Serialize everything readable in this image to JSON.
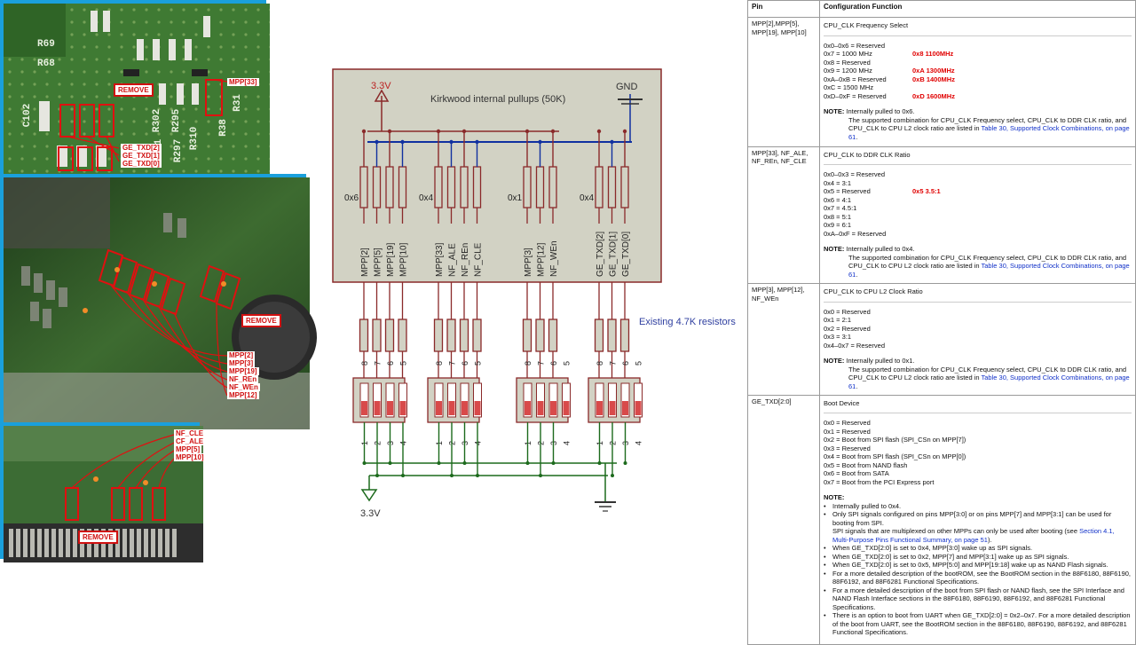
{
  "photos": {
    "top": {
      "silk": [
        "R69",
        "R68",
        "C102",
        "R302",
        "R295",
        "R310",
        "R301",
        "R297",
        "R38",
        "R31"
      ],
      "labels": [
        "MPP[33]",
        "GE_TXD[2]",
        "GE_TXD[1]",
        "GE_TXD[0]"
      ],
      "remove": "REMOVE"
    },
    "middle": {
      "labels": [
        "MPP[2]",
        "MPP[3]",
        "MPP[19]",
        "NF_REn",
        "NF_WEn",
        "MPP[12]"
      ],
      "remove": "REMOVE"
    },
    "bottom": {
      "labels": [
        "NF_CLE",
        "CF_ALE",
        "MPP[5]",
        "MPP[10]"
      ],
      "remove": "REMOVE"
    }
  },
  "schematic": {
    "box_title": "Kirkwood internal pullups (50K)",
    "vcc_label": "3.3V",
    "gnd_label": "GND",
    "bottom_vcc_label": "3.3V",
    "existing_label": "Existing 4.7K resistors",
    "groups": [
      {
        "value": "0x6",
        "pins": [
          "MPP[2]",
          "MPP[5]",
          "MPP[19]",
          "MPP[10]"
        ]
      },
      {
        "value": "0x4",
        "pins": [
          "MPP[33]",
          "NF_ALE",
          "NF_REn",
          "NF_CLE"
        ]
      },
      {
        "value": "0x1",
        "pins": [
          "MPP[3]",
          "MPP[12]",
          "NF_WEn"
        ]
      },
      {
        "value": "0x4",
        "pins": [
          "GE_TXD[2]",
          "GE_TXD[1]",
          "GE_TXD[0]"
        ]
      }
    ],
    "switch_top": [
      "8",
      "7",
      "6",
      "5"
    ],
    "switch_bottom": [
      "1",
      "2",
      "3",
      "4"
    ]
  },
  "table": {
    "header_pin": "Pin",
    "header_func": "Configuration Function",
    "rows": [
      {
        "pin": "MPP[2],MPP[5], MPP[19], MPP[10]",
        "title": "CPU_CLK Frequency Select",
        "lines": [
          "0x0–0x6 = Reserved",
          "0x7 = 1000 MHz",
          "0x8 = Reserved",
          "0x9 = 1200 MHz",
          "0xA–0xB = Reserved",
          "0xC = 1500 MHz",
          "0xD–0xF = Reserved"
        ],
        "annotations": [
          "0x8  1100MHz",
          "0xA  1300MHz",
          "0xB  1400MHz",
          "0xD  1600MHz"
        ],
        "note_label": "NOTE:",
        "note_first": "Internally pulled to 0x6.",
        "note_body": "The supported combination for CPU_CLK Frequency select, CPU_CLK to DDR CLK ratio, and CPU_CLK to CPU L2 clock ratio are listed in",
        "note_link": "Table 30, Supported Clock Combinations, on page 61",
        "note_end": "."
      },
      {
        "pin": "MPP[33], NF_ALE, NF_REn, NF_CLE",
        "title": "CPU_CLK to DDR CLK Ratio",
        "lines": [
          "0x0–0x3 = Reserved",
          "0x4 = 3:1",
          "0x5 = Reserved",
          "0x6 = 4:1",
          "0x7 = 4.5:1",
          "0x8 = 5:1",
          "0x9 = 6:1",
          "0xA–0xF = Reserved"
        ],
        "annotations": [
          "0x5  3.5:1"
        ],
        "note_label": "NOTE:",
        "note_first": "Internally pulled to 0x4.",
        "note_body": "The supported combination for CPU_CLK Frequency select, CPU_CLK to DDR CLK ratio, and CPU_CLK to CPU L2 clock ratio are listed in",
        "note_link": "Table 30, Supported Clock Combinations, on page 61",
        "note_end": "."
      },
      {
        "pin": "MPP[3], MPP[12], NF_WEn",
        "title": "CPU_CLK to CPU L2 Clock Ratio",
        "lines": [
          "0x0 = Reserved",
          "0x1 = 2:1",
          "0x2 = Reserved",
          "0x3 = 3:1",
          "0x4–0x7 = Reserved"
        ],
        "note_label": "NOTE:",
        "note_first": "Internally pulled to 0x1.",
        "note_body": "The supported combination for CPU_CLK Frequency select, CPU_CLK to DDR CLK ratio, and CPU_CLK to CPU L2 clock ratio are listed in",
        "note_link": "Table 30, Supported Clock Combinations, on page 61",
        "note_end": "."
      },
      {
        "pin": "GE_TXD[2:0]",
        "title": "Boot Device",
        "lines": [
          "0x0 = Reserved",
          "0x1 = Reserved",
          "0x2 = Boot from SPI flash (SPI_CSn on MPP[7])",
          "0x3 = Reserved",
          "0x4 = Boot from SPI flash (SPI_CSn on MPP[0])",
          "0x5 = Boot from NAND flash",
          "0x6 = Boot from SATA",
          "0x7 = Boot from the PCI Express port"
        ],
        "note_label": "NOTE:",
        "bullets": [
          "Internally pulled to 0x4.",
          "Only SPI signals configured on pins MPP[3:0] or on pins MPP[7] and MPP[3:1] can be used for booting from SPI.",
          "When GE_TXD[2:0] is set to 0x4, MPP[3:0] wake up as SPI signals.",
          "When GE_TXD[2:0] is set to 0x2, MPP[7] and MPP[3:1] wake up as SPI signals.",
          "When GE_TXD[2:0] is set to 0x5, MPP[5:0] and MPP[19:18] wake up as NAND Flash signals.",
          "For a more detailed description of the bootROM, see the BootROM section in the 88F6180, 88F6190, 88F6192, and 88F6281 Functional Specifications.",
          "For a more detailed description of the boot from SPI flash or NAND flash, see the SPI Interface and NAND Flash Interface sections in the 88F6180, 88F6190, 88F6192, and 88F6281 Functional Specifications.",
          "There is an option to boot from UART when GE_TXD[2:0] = 0x2–0x7. For a more detailed description of the boot from UART, see the BootROM section in the 88F6180, 88F6190, 88F6192, and 88F6281 Functional Specifications."
        ],
        "spi_extra": "SPI signals that are multiplexed on other MPPs can only be used after booting (see",
        "spi_link": "Section 4.1, Multi-Purpose Pins Functional Summary, on page 51",
        "spi_end": ")."
      }
    ]
  }
}
